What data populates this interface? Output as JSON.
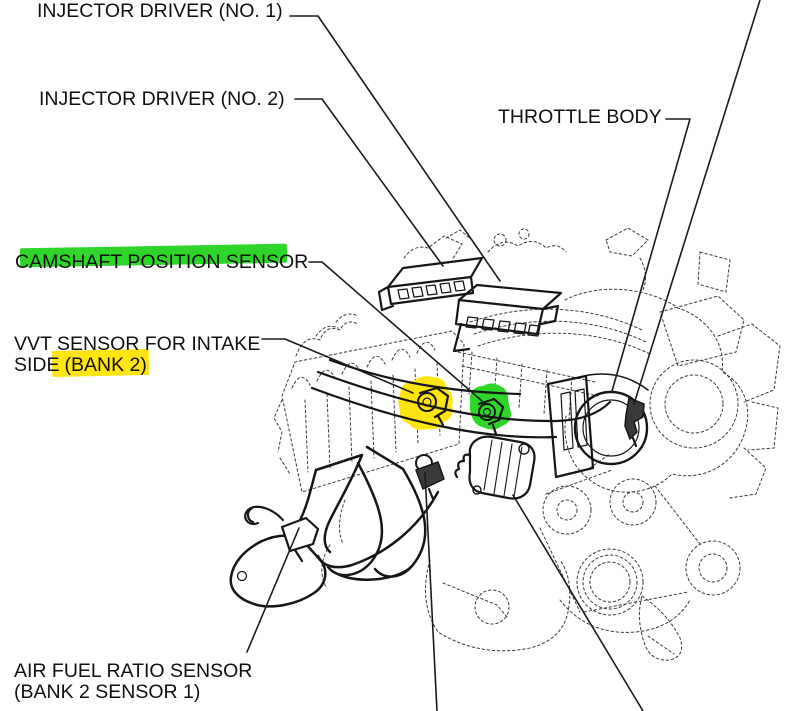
{
  "diagram": {
    "type": "engine-sensor-location-diagram",
    "labels": {
      "injector_driver_1": "INJECTOR DRIVER (NO. 1)",
      "injector_driver_2": "INJECTOR DRIVER (NO. 2)",
      "throttle_body": "THROTTLE BODY",
      "camshaft_position_sensor": "CAMSHAFT POSITION SENSOR",
      "vvt_line1": "VVT SENSOR FOR INTAKE",
      "vvt_line2_prefix": "SIDE",
      "vvt_bank": "(BANK 2)",
      "afr_line1": "AIR FUEL RATIO SENSOR",
      "afr_line2": "(BANK 2 SENSOR 1)"
    },
    "colors": {
      "background": "#ffffff",
      "line_art": "#1a1a1a",
      "detail_line": "#3c3c3c",
      "text": "#101010",
      "highlight_green": "#2FD62A",
      "highlight_yellow": "#FFE414"
    }
  }
}
